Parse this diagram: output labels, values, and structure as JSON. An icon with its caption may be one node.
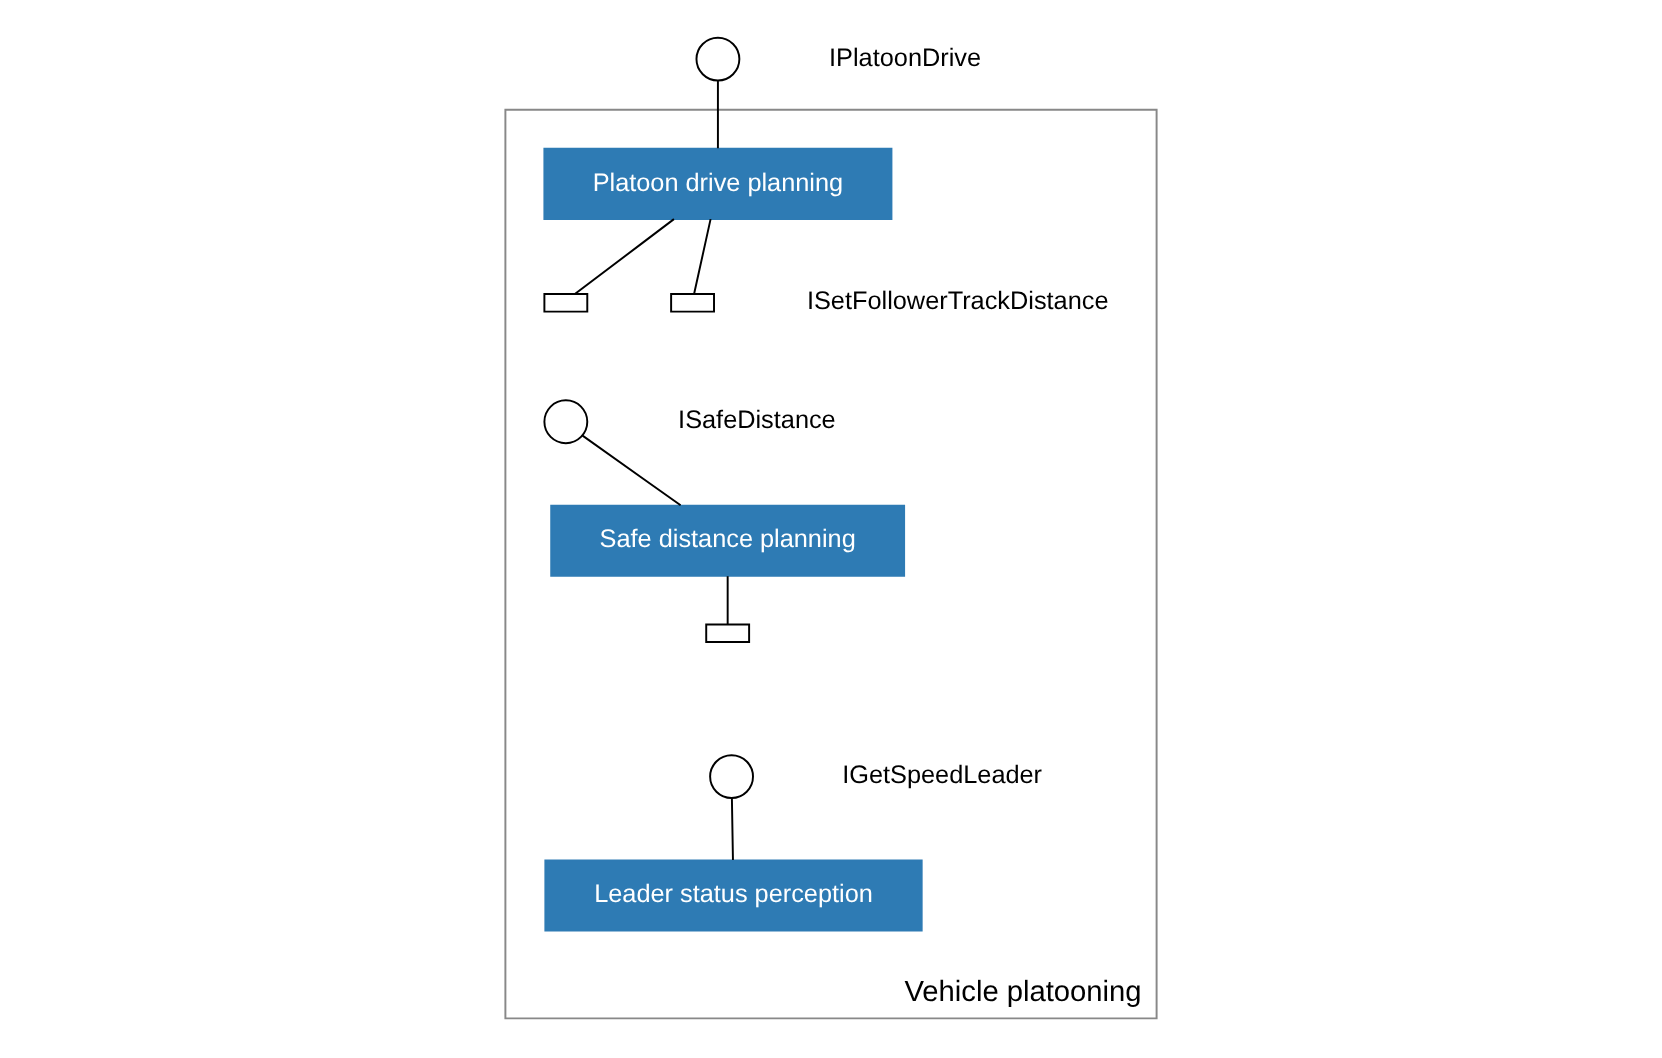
{
  "diagram": {
    "nodes": [
      {
        "text": [
          "Vehicle platooning"
        ]
      },
      {
        "text": [],
        "shape": "circle",
        "beside": [
          "IPlatoonDrive"
        ]
      },
      {
        "text": [
          "Platoon drive planning"
        ],
        "in": 0
      },
      {
        "text": [],
        "shape": "arc",
        "in": 0
      },
      {
        "text": [],
        "shape": "arc",
        "beside": [
          "ISetFollowerTrackDistance"
        ],
        "in": 0
      },
      {
        "text": [],
        "shape": "circle",
        "beside": [
          "ISafeDistance"
        ],
        "in": 0
      },
      {
        "text": [
          "Safe distance planning"
        ],
        "in": 0
      },
      {
        "text": [],
        "shape": "arc",
        "in": 0
      },
      {
        "text": [],
        "shape": "circle",
        "beside": [
          "IGetSpeedLeader"
        ],
        "in": 0
      },
      {
        "text": [
          "Leader status perception"
        ],
        "in": 0
      }
    ],
    "edges": [
      {
        "from": 1,
        "to": 2,
        "arrow": "none"
      },
      {
        "from": 2,
        "to": 3,
        "arrow": "none"
      },
      {
        "from": 2,
        "to": 4,
        "arrow": "none"
      },
      {
        "from": 5,
        "to": 6,
        "arrow": "none"
      },
      {
        "from": 6,
        "to": 7,
        "arrow": "none"
      },
      {
        "from": 8,
        "to": 9,
        "arrow": "none"
      }
    ]
  }
}
